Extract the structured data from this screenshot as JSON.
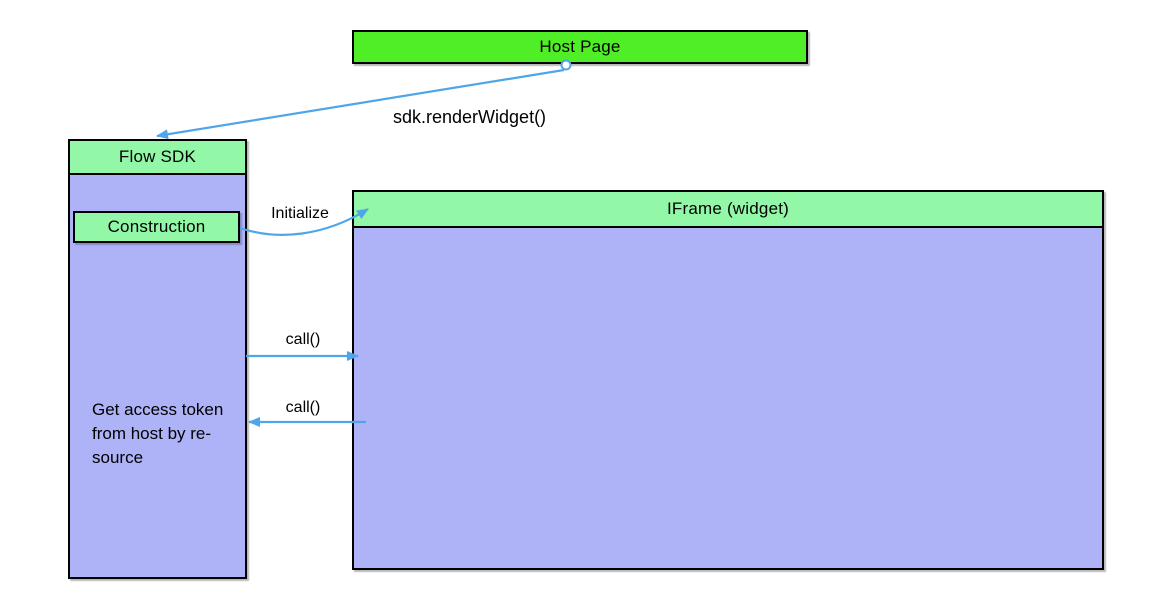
{
  "colors": {
    "host_green": "#4FEE26",
    "mint_green": "#92F7A6",
    "lavender": "#AEB2F7",
    "arrow_blue": "#4EA6E8",
    "border": "#000000"
  },
  "nodes": {
    "host_page": {
      "label": "Host Page"
    },
    "flow_sdk": {
      "title": "Flow SDK",
      "construction": "Construction",
      "note_lines": [
        "Get access token",
        "from host by re-",
        "source"
      ]
    },
    "iframe_widget": {
      "title": "IFrame (widget)"
    }
  },
  "edges": {
    "render_widget": {
      "label": "sdk.renderWidget()"
    },
    "initialize": {
      "label": "Initialize"
    },
    "call_to_iframe": {
      "label": "call()"
    },
    "call_to_sdk": {
      "label": "call()"
    }
  }
}
